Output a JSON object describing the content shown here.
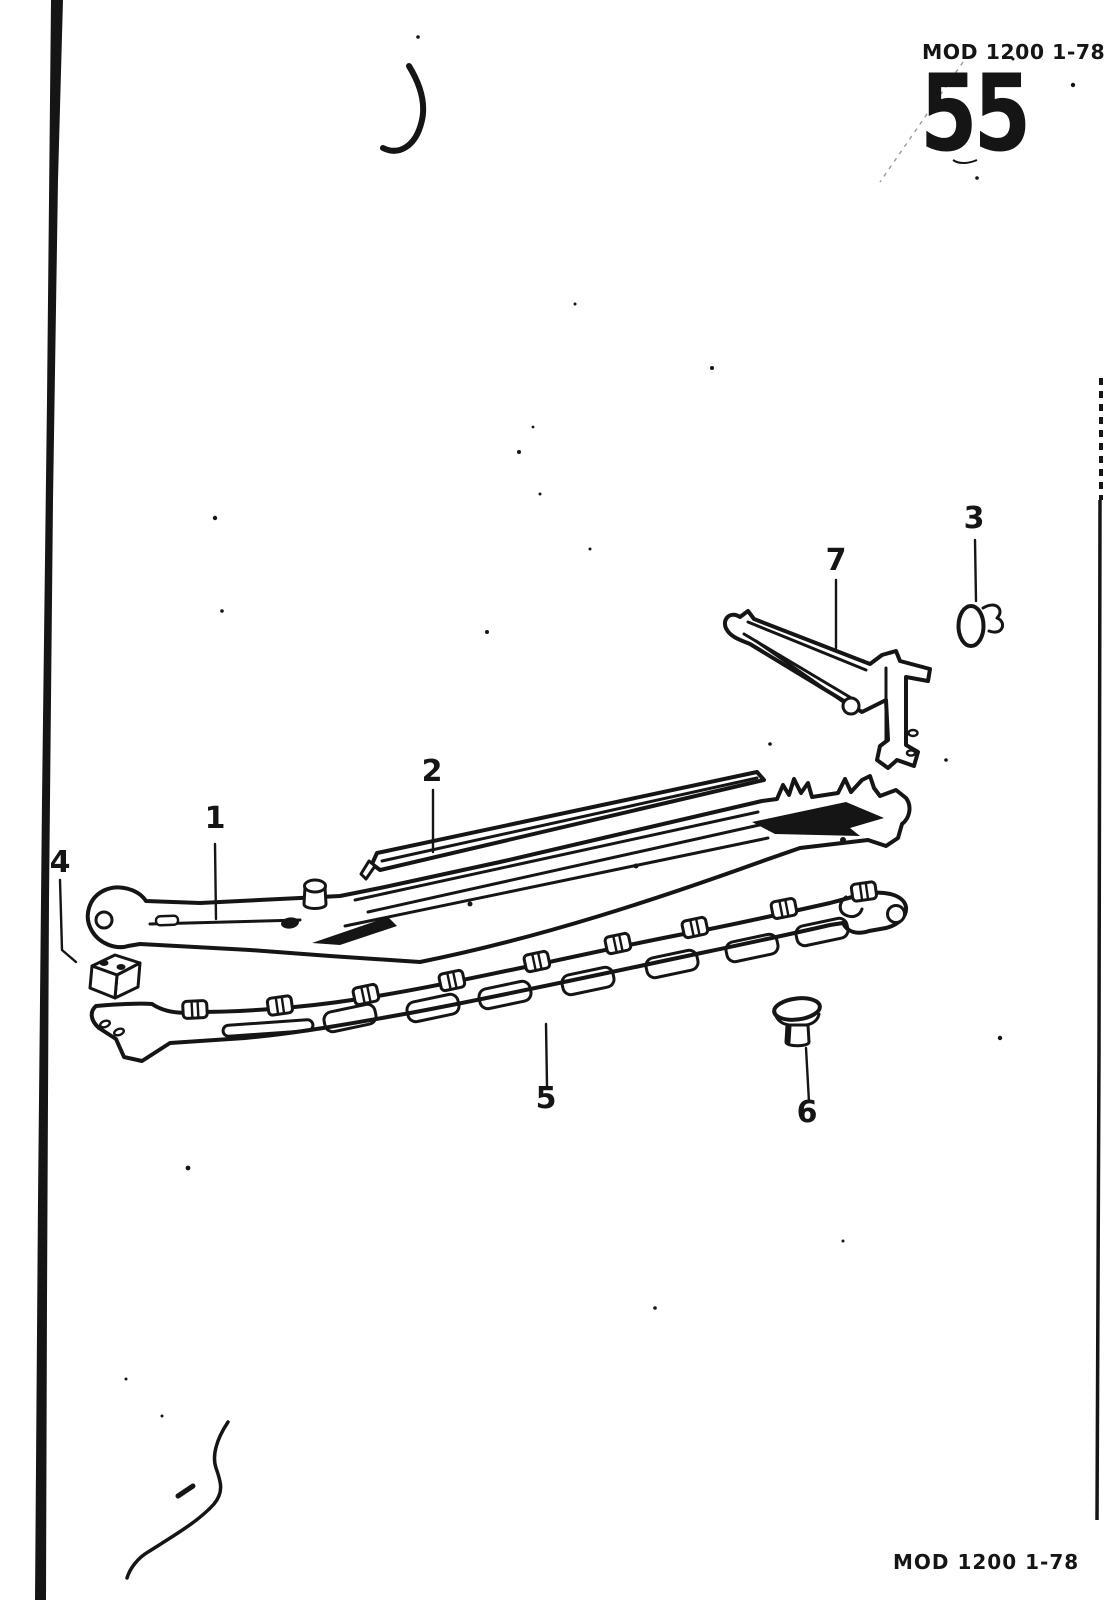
{
  "header": {
    "model_code": "MOD 1200 1-78",
    "page_number": "55"
  },
  "footer": {
    "model_code": "MOD 1200 1-78"
  },
  "diagram": {
    "callouts": [
      "1",
      "2",
      "3",
      "4",
      "5",
      "6",
      "7"
    ]
  },
  "colors": {
    "ink": "#151515",
    "paper": "#ffffff"
  }
}
